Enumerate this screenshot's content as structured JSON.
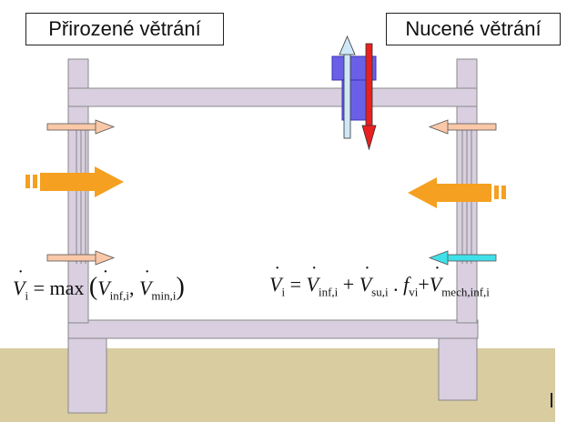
{
  "labels": {
    "natural": "Přirozené větrání",
    "forced": "Nucené větrání"
  },
  "formulas": {
    "left": {
      "lhs": "V",
      "lhs_sub": "i",
      "eq": "= max",
      "a": "V",
      "a_sub": "inf,i",
      "b": "V",
      "b_sub": "min,i"
    },
    "right": {
      "lhs": "V",
      "lhs_sub": "i",
      "t1": "V",
      "t1_sub": "inf,i",
      "t2": "V",
      "t2_sub": "su,i",
      "f": "f",
      "f_sub": "vi",
      "t3": "V",
      "t3_sub": "mech,inf,i"
    }
  },
  "colors": {
    "ground": "#d8ccA0",
    "wall": "#d9cfe0",
    "wall_stroke": "#888888",
    "arrow_light_orange": "#fac8a8",
    "arrow_orange": "#f5a020",
    "arrow_cyan": "#40e0e8",
    "arrow_red": "#e82020",
    "arrow_light_blue": "#cfe8f8",
    "fan_box": "#6a60e8"
  }
}
